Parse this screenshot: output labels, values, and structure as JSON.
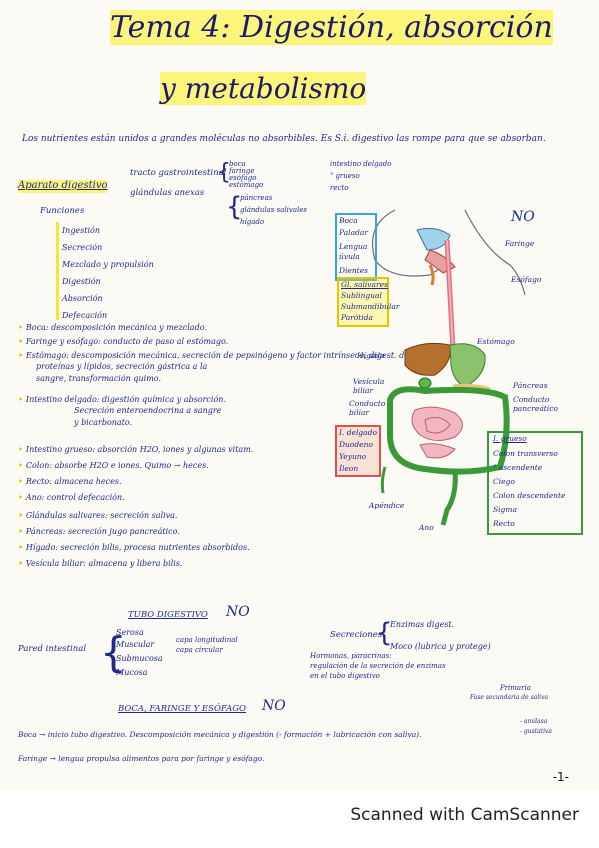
{
  "title": {
    "line1": "Tema 4: Digestión, absorción",
    "line2": "y metabolismo"
  },
  "intro": "Los nutrientes están unidos a grandes moléculas no absorbibles. Es S.i. digestivo las rompe para que se absorban.",
  "aparato": {
    "label": "Aparato digestivo",
    "branch1": "tracto gastrointestinal",
    "branch1_items": [
      "boca",
      "faringe",
      "esófago",
      "estómago"
    ],
    "branch1_right": [
      "intestino delgado",
      "\" grueso",
      "recto"
    ],
    "branch2": "glándulas anexas",
    "branch2_items": [
      "páncreas",
      "glándulas salivales",
      "hígado"
    ],
    "funciones_label": "Funciones",
    "funciones": [
      "Ingestión",
      "Secreción",
      "Mezclado y propulsión",
      "Digestión",
      "Absorción",
      "Defecación"
    ]
  },
  "bullets": [
    "Boca: descomposición mecánica y mezclado.",
    "Faringe y esófago: conducto de paso al estómago.",
    "Estómago: descomposición mecánica, secreción de pepsinógeno y factor intrínseco, digest. de las",
    "proteínas y lípidos, secreción gástrica a la",
    "sangre, transformación quimo.",
    "Intestino delgado: digestión química y absorción.",
    "Secreción enteroendocrina a sangre",
    "y bicarbonato.",
    "Intestino grueso: absorción H2O, iones y algunas vitam.",
    "Colon: absorbe H2O e iones. Quimo → heces.",
    "Recto: almacena heces.",
    "Ano: control defecación.",
    "Glándulas salivares: secreción saliva.",
    "Páncreas: secreción jugo pancreático.",
    "Hígado: secreción bilis, procesa nutrientes absorbidos.",
    "Vesícula biliar: almacena y libera bilis."
  ],
  "diagram": {
    "no_label": "NO",
    "boca_box": [
      "Boca",
      "Paladar",
      "Lengua",
      "úvula",
      "Dientes"
    ],
    "faringe": "Faringe",
    "esofago": "Esófago",
    "gl_box": [
      "Gl. salivares",
      "Sublingual",
      "Submandibular",
      "Parótida"
    ],
    "estomago": "Estómago",
    "higado": "Hígado",
    "vesicula": "Vesícula biliar",
    "conducto_biliar": "Conducto biliar",
    "pancreas": "Páncreas",
    "conducto_pancreatico": "Conducto pancreático",
    "id_box": [
      "I. delgado",
      "Duodeno",
      "Yeyuno",
      "Íleon"
    ],
    "ig_box_title": "I. grueso",
    "ig_items": [
      "Colon transverso",
      "\" ascendente",
      "Ciego",
      "Colon descendente",
      "Sigma",
      "Recto"
    ],
    "apendice": "Apéndice",
    "ano": "Ano"
  },
  "tubo": {
    "title": "TUBO DIGESTIVO",
    "no": "NO",
    "pared_label": "Pared intestinal",
    "pared_items": [
      "Serosa",
      "Muscular",
      "Submucosa",
      "Mucosa"
    ],
    "muscular_note": [
      "capa longitudinal",
      "capa circular"
    ],
    "secreciones_label": "Secreciones",
    "secreciones_items": [
      "Enzimas digest.",
      "Moco (lubrica y protege)"
    ],
    "hormonas_note": [
      "Hormonas, paracrinas:",
      "regulación de la secreción de enzimas",
      "en el tubo digestivo"
    ]
  },
  "boca_section": {
    "title": "BOCA, FARINGE Y ESÓFAGO",
    "no": "NO",
    "line1": "Boca → inicio tubo digestivo. Descomposición mecánica y digestión (- formación + lubricación con saliva).",
    "line2": "Faringe → lengua propulsa alimentos para por faringe y esófago.",
    "side_note": [
      "Primaria",
      "Fase secundaria de saliva",
      "- amilasa",
      "- gustativa"
    ]
  },
  "page_number": "-1-",
  "watermark": "Scanned with CamScanner"
}
